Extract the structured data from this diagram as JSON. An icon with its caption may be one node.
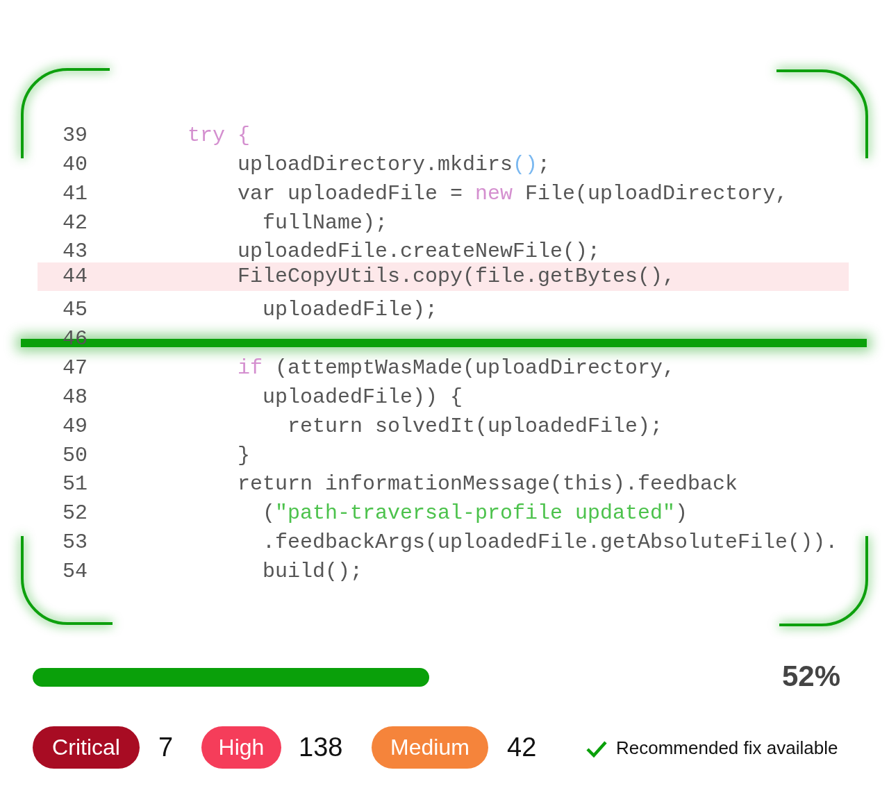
{
  "diagram": {
    "nodes": [
      {
        "text": [
          "44",
          "FileCopyUtils.copy(file.getBytes(),"
        ]
      },
      {
        "text": [
          "Critical"
        ],
        "beside": [
          "7"
        ]
      },
      {
        "text": [
          "High"
        ],
        "beside": [
          "138"
        ]
      },
      {
        "text": [
          "Medium"
        ],
        "beside": [
          "42"
        ]
      }
    ],
    "edges": [],
    "labels": [
      "39",
      "try {",
      "40",
      "uploadDirectory.mkdirs();",
      "41",
      "var uploadedFile = new File(uploadDirectory,",
      "42",
      "fullName);",
      "43",
      "uploadedFile.createNewFile();",
      "45",
      "uploadedFile);",
      "46",
      "47",
      "if (attemptWasMade(uploadDirectory,",
      "48",
      "uploadedFile)) {",
      "49",
      "return solvedIt(uploadedFile);",
      "50",
      "}",
      "51",
      "return informationMessage(this).feedback",
      "52",
      "(\"path-traversal-profile updated\")",
      "53",
      ".feedbackArgs(uploadedFile.getAbsoluteFile()).",
      "54",
      "build();",
      "52%",
      "Recommended fix available"
    ]
  }
}
